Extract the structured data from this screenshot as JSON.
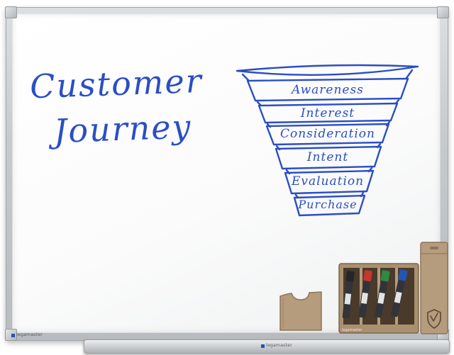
{
  "title": {
    "line1": "Customer",
    "line2": "Journey"
  },
  "funnel": {
    "stages": [
      "Awareness",
      "Interest",
      "Consideration",
      "Intent",
      "Evaluation",
      "Purchase"
    ]
  },
  "branding": {
    "frame_logo": "legamaster",
    "tray_logo": "legamaster",
    "box_logo": "legamaster"
  },
  "colors": {
    "marker_blue": "#2b4ec4",
    "frame_silver": "#c9ced2",
    "cardboard": "#b59c7d",
    "marker_caps": [
      "#26262a",
      "#c6372c",
      "#2f8a41",
      "#2456b0"
    ]
  }
}
